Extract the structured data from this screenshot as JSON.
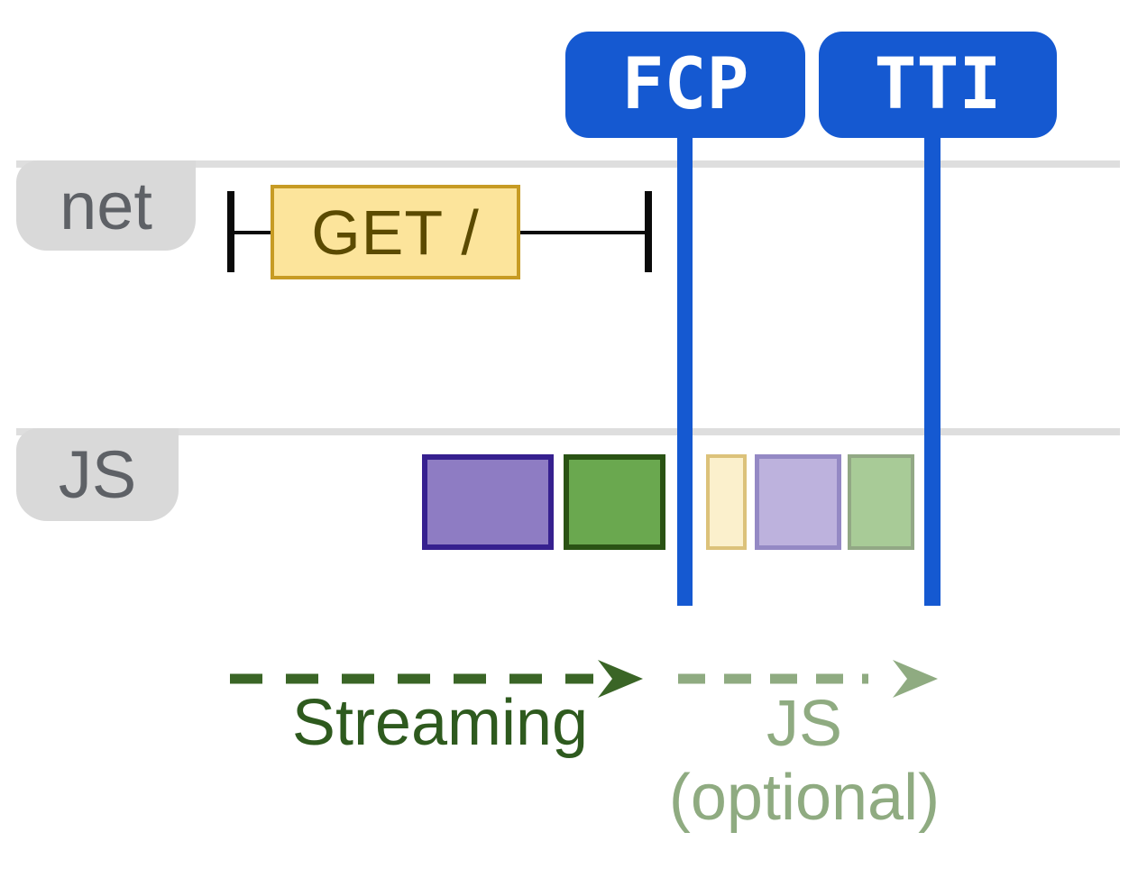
{
  "badges": {
    "fcp": {
      "label": "FCP"
    },
    "tti": {
      "label": "TTI"
    }
  },
  "lanes": {
    "net": {
      "label": "net"
    },
    "js": {
      "label": "JS"
    }
  },
  "network": {
    "request_label": "GET /"
  },
  "annotations": {
    "streaming_label": "Streaming",
    "js_label": "JS",
    "js_optional_label": "(optional)"
  },
  "js_tasks": [
    {
      "name": "solid-purple-task",
      "fill": "#8e7cc3",
      "border": "#36208f",
      "style": "solid"
    },
    {
      "name": "solid-green-task",
      "fill": "#6aa84f",
      "border": "#2a5314",
      "style": "solid"
    },
    {
      "name": "light-yellow-task",
      "fill": "#fbf0cc",
      "border": "#dcc27a",
      "style": "optional"
    },
    {
      "name": "light-purple-task",
      "fill": "#bdb2dd",
      "border": "#9489c4",
      "style": "optional"
    },
    {
      "name": "light-green-task",
      "fill": "#a8cb97",
      "border": "#92a885",
      "style": "optional"
    }
  ],
  "colors": {
    "badge_blue": "#1559d1",
    "lane_line_gray": "#dedede",
    "label_bg_gray": "#d9d9d9",
    "label_text_gray": "#5e6166",
    "request_fill": "#fce49b",
    "request_border": "#c79b24",
    "request_text": "#5b4a00",
    "ibeam_black": "#0b0b0b",
    "streaming_arrow_green": "#3a6526",
    "streaming_text_green": "#2e5a1e",
    "optional_sage_green": "#8fab81"
  }
}
